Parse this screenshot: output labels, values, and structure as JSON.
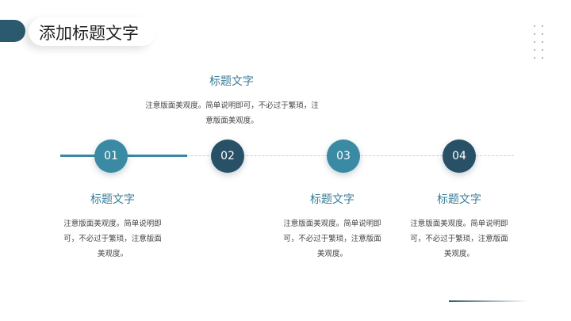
{
  "page": {
    "title": "添加标题文字"
  },
  "steps": [
    {
      "number": "01",
      "heading": "标题文字",
      "desc": [
        "注意版面美观度。简单说明即",
        "可，不必过于繁琐，注意版面",
        "美观度。"
      ]
    },
    {
      "number": "02",
      "heading": "标题文字",
      "desc": [
        "注意版面美观度。简单说明即可，不必过于繁琐，注",
        "意版面美观度。"
      ]
    },
    {
      "number": "03",
      "heading": "标题文字",
      "desc": [
        "注意版面美观度。简单说明即",
        "可，不必过于繁琐，注意版面",
        "美观度。"
      ]
    },
    {
      "number": "04",
      "heading": "标题文字",
      "desc": [
        "注意版面美观度。简单说明即",
        "可，不必过于繁琐，注意版面",
        "美观度。"
      ]
    }
  ],
  "colors": {
    "accent": "#3a8aa3",
    "dark": "#285168",
    "heading": "#3a7d98"
  }
}
